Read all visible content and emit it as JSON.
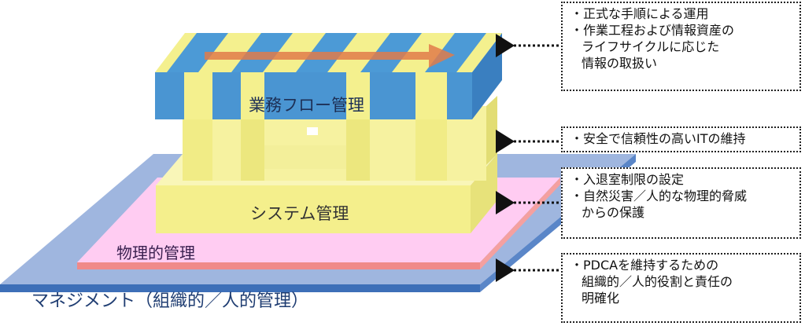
{
  "layers": {
    "management": "マネジメント（組織的／人的管理）",
    "physical": "物理的管理",
    "system": "システム管理",
    "workflow": "業務フロー管理"
  },
  "notes": [
    [
      "・正式な手順による運用",
      "・作業工程および情報資産の",
      "ライフサイクルに応じた",
      "情報の取扱い"
    ],
    [
      "・安全で信頼性の高いITの維持"
    ],
    [
      "・入退室制限の設定",
      "・自然災害／人的な物理的脅威",
      "からの保護"
    ],
    [
      "・PDCAを維持するための",
      "組織的／人的役割と責任の",
      "明確化"
    ]
  ],
  "colors": {
    "management": "#8ea8d6",
    "physical": "#ffccf2",
    "system": "#f7f29a",
    "workflow_blue": "#4c9ad6",
    "workflow_yellow": "#f4f08e",
    "arrow": "#e07b4a"
  }
}
